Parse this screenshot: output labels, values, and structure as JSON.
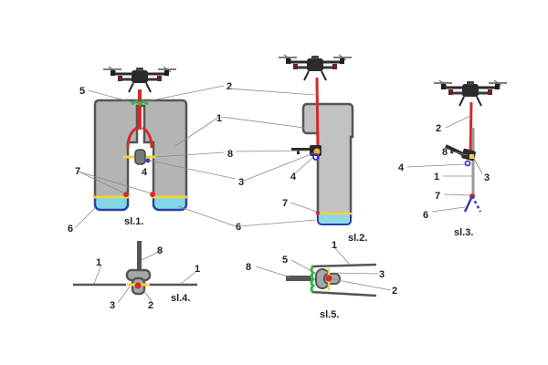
{
  "figures": [
    {
      "id": "sl1",
      "caption": "sl.1.",
      "labels": [
        "5",
        "2",
        "1",
        "8",
        "3",
        "4",
        "7",
        "6",
        "6"
      ]
    },
    {
      "id": "sl2",
      "caption": "sl.2.",
      "labels": [
        "8",
        "4",
        "7"
      ]
    },
    {
      "id": "sl3",
      "caption": "sl.3.",
      "labels": [
        "2",
        "8",
        "4",
        "3",
        "1",
        "7",
        "6"
      ]
    },
    {
      "id": "sl4",
      "caption": "sl.4.",
      "labels": [
        "8",
        "1",
        "1",
        "3",
        "2"
      ]
    },
    {
      "id": "sl5",
      "caption": "sl.5.",
      "labels": [
        "1",
        "8",
        "5",
        "3",
        "2"
      ]
    }
  ],
  "colors": {
    "body": "#b4b4b4",
    "outline": "#555555",
    "cable": "#d42a2a",
    "seal": "#f5d33a",
    "clip": "#2fb84a",
    "float_fill": "#7fd6e6",
    "float_edge": "#2b3fa8",
    "latch": "#3a3ad0",
    "drone": "#2b2b2b"
  }
}
